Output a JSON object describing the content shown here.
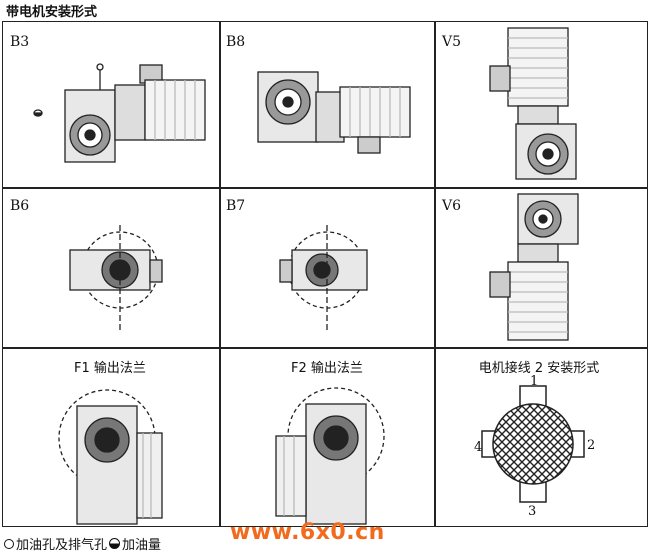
{
  "title": "带电机安装形式",
  "cells": {
    "b3": {
      "label": "B3"
    },
    "b8": {
      "label": "B8"
    },
    "v5": {
      "label": "V5"
    },
    "b6": {
      "label": "B6"
    },
    "b7": {
      "label": "B7"
    },
    "v6": {
      "label": "V6"
    },
    "f1": {
      "label": "F1 输出法兰"
    },
    "f2": {
      "label": "F2 输出法兰"
    },
    "wiring": {
      "label": "电机接线 2 安装形式",
      "terminals": [
        "1",
        "2",
        "3",
        "4"
      ]
    }
  },
  "legend": {
    "fill_vent": "加油孔及排气孔",
    "oil_level": "加油量"
  },
  "watermark": "www.6x0.cn",
  "colors": {
    "line": "#222222",
    "watermark": "#f26a1b",
    "shade": "#8a8a8a"
  }
}
